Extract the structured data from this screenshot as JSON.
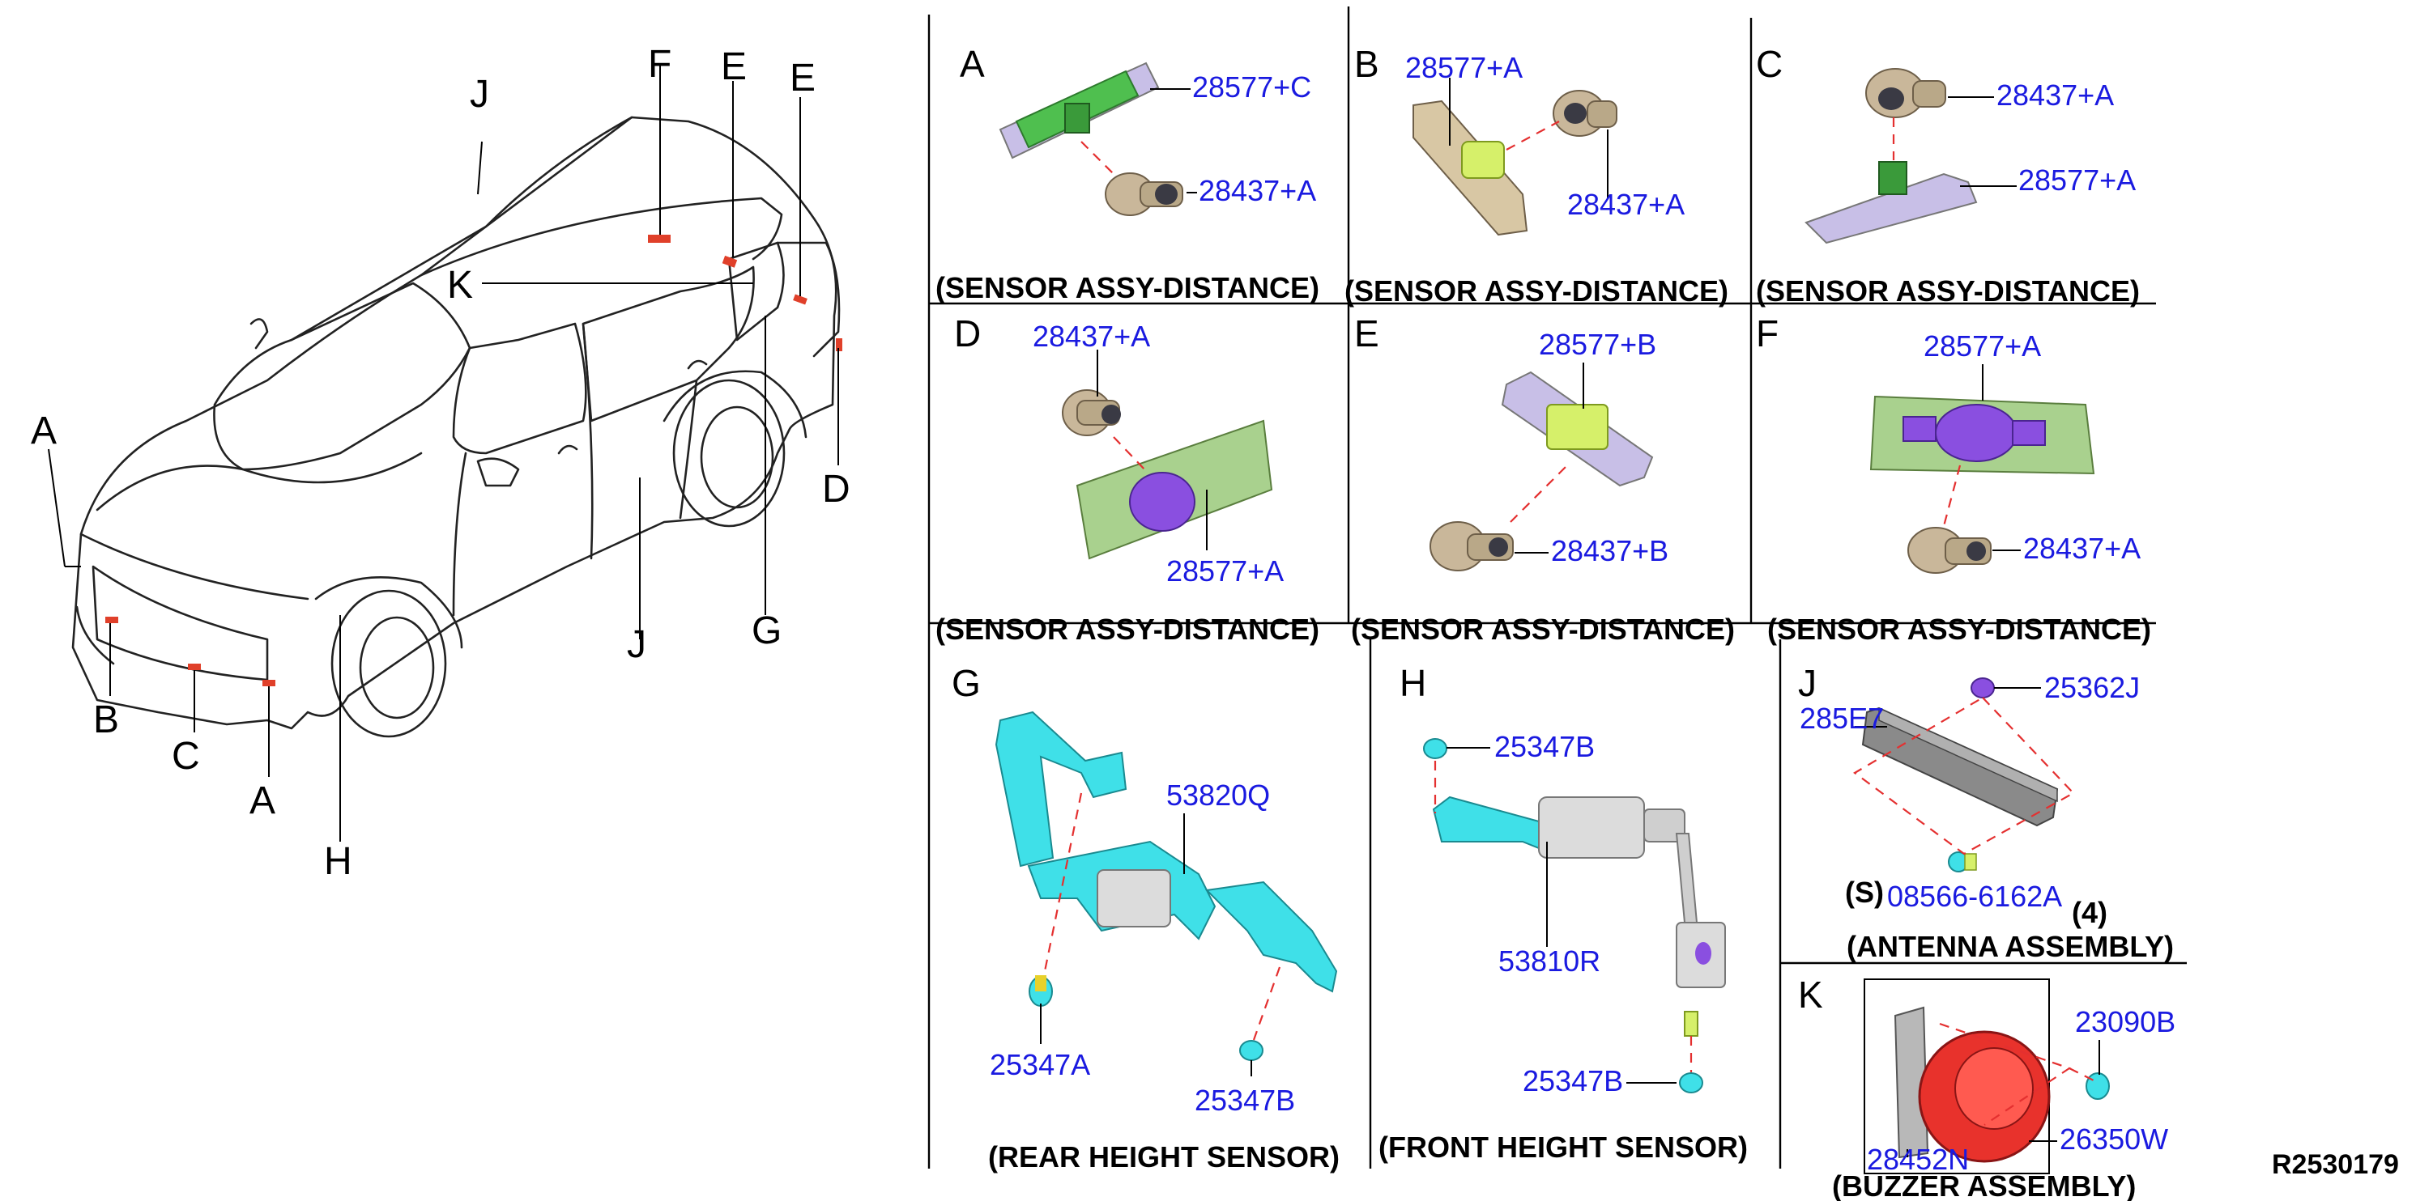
{
  "vehicle": {
    "labels": [
      "J",
      "F",
      "E",
      "E",
      "K",
      "A",
      "D",
      "B",
      "C",
      "A",
      "H",
      "G",
      "J"
    ]
  },
  "panels": {
    "A": {
      "letter": "A",
      "parts": [
        "28577+C",
        "28437+A"
      ],
      "caption": "(SENSOR ASSY-DISTANCE)"
    },
    "B": {
      "letter": "B",
      "parts": [
        "28577+A",
        "28437+A"
      ],
      "caption": "(SENSOR ASSY-DISTANCE)"
    },
    "C": {
      "letter": "C",
      "parts": [
        "28437+A",
        "28577+A"
      ],
      "caption": "(SENSOR ASSY-DISTANCE)"
    },
    "D": {
      "letter": "D",
      "parts": [
        "28437+A",
        "28577+A"
      ],
      "caption": "(SENSOR ASSY-DISTANCE)"
    },
    "E": {
      "letter": "E",
      "parts": [
        "28577+B",
        "28437+B"
      ],
      "caption": "(SENSOR ASSY-DISTANCE)"
    },
    "F": {
      "letter": "F",
      "parts": [
        "28577+A",
        "28437+A"
      ],
      "caption": "(SENSOR ASSY-DISTANCE)"
    },
    "G": {
      "letter": "G",
      "parts": [
        "53820Q",
        "25347A",
        "25347B"
      ],
      "caption": "(REAR HEIGHT SENSOR)"
    },
    "H": {
      "letter": "H",
      "parts": [
        "25347B",
        "53810R",
        "25347B"
      ],
      "caption": "(FRONT HEIGHT SENSOR)"
    },
    "J": {
      "letter": "J",
      "parts": [
        "25362J",
        "285E7",
        "08566-6162A"
      ],
      "prefix": "(S)",
      "qty": "(4)",
      "caption": "(ANTENNA ASSEMBLY)"
    },
    "K": {
      "letter": "K",
      "parts": [
        "23090B",
        "28452N",
        "26350W"
      ],
      "caption": "(BUZZER ASSEMBLY)"
    }
  },
  "drawing_number": "R2530179",
  "colors": {
    "part_number": "#1a1ae0",
    "leader_dashed": "#e43030",
    "bracket_green": "#a9d18e",
    "bracket_lavender": "#c8bfe7",
    "bracket_tan": "#d8c7a4",
    "clip_purple": "#8a4fe0",
    "sensor_tan": "#c9b79a",
    "height_sensor_cyan": "#3fe0e8",
    "buzzer_red": "#e8322c",
    "marker_red": "#e0402a"
  }
}
